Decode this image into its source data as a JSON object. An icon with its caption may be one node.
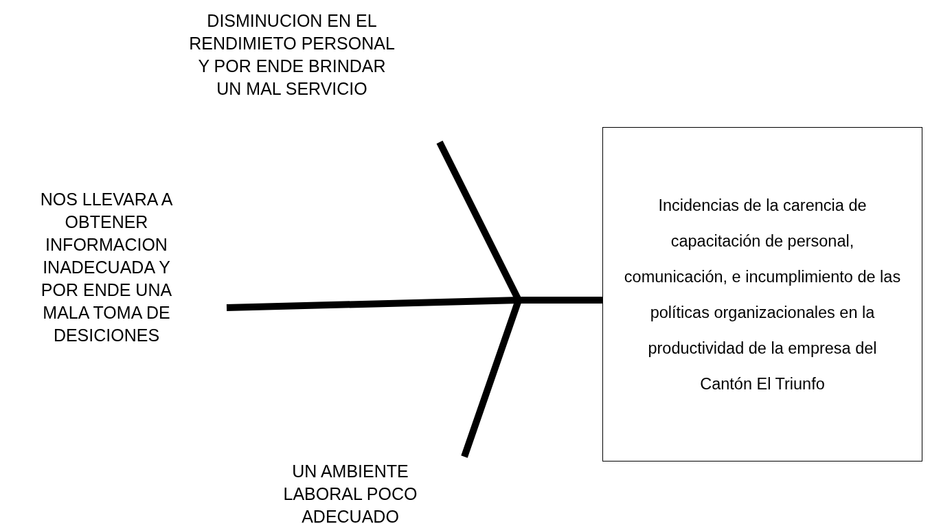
{
  "diagram": {
    "nodes": [
      {
        "text": [
          "DISMINUCION EN EL RENDIMIETO PERSONAL Y POR ENDE BRINDAR UN MAL SERVICIO"
        ]
      },
      {
        "text": [
          "NOS LLEVARA A OBTENER INFORMACION INADECUADA Y POR ENDE UNA MALA TOMA DE DESICIONES"
        ]
      },
      {
        "text": [
          "Incidencias de la carencia de capacitación de personal, comunicación, e incumplimiento de las políticas organizacionales en la productividad de la empresa del Cantón El Triunfo"
        ]
      },
      {
        "text": [
          "UN AMBIENTE LABORAL POCO ADECUADO"
        ]
      }
    ],
    "edges": [
      {
        "from": 0,
        "to": 2,
        "arrow": "none"
      },
      {
        "from": 1,
        "to": 2,
        "arrow": "none"
      },
      {
        "from": 3,
        "to": 2,
        "arrow": "none"
      }
    ]
  }
}
